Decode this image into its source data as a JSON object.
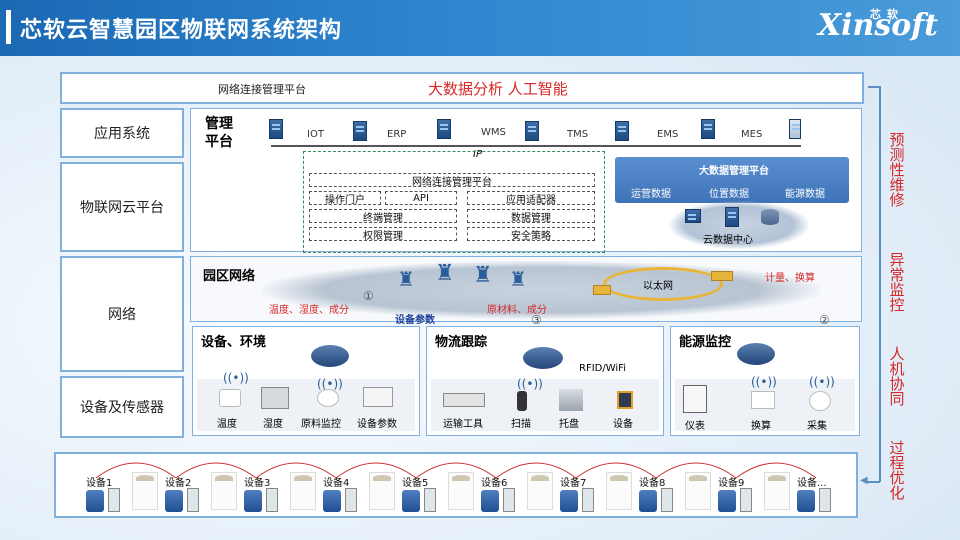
{
  "header": {
    "title": "芯软云智慧园区物联网系统架构",
    "logo_main": "Xinsoft",
    "logo_cn": "芯软"
  },
  "top_bar": {
    "label": "网络连接管理平台",
    "highlight": "大数据分析   人工智能"
  },
  "left_tabs": [
    "应用系统",
    "物联网云平台",
    "网络",
    "设备及传感器"
  ],
  "management": {
    "title": "管理\n平台",
    "systems": [
      "IOT",
      "ERP",
      "WMS",
      "TMS",
      "EMS",
      "MES"
    ],
    "ip_label": "IP"
  },
  "connection_platform": {
    "title": "网络连接管理平台",
    "cells": [
      "操作门户",
      "API",
      "应用适配器",
      "终端管理",
      "数据管理",
      "权限管理",
      "安全策略"
    ]
  },
  "bigdata": {
    "title": "大数据管理平台",
    "items": [
      "运营数据",
      "位置数据",
      "能源数据"
    ],
    "cloud_label": "云数据中心"
  },
  "campus_network": {
    "title": "园区网络",
    "ethernet": "以太网",
    "annotations": [
      "温度、湿度、成分",
      "原材料、成分",
      "设备参数",
      "计量、换算"
    ],
    "markers": [
      "①",
      "③",
      "②"
    ]
  },
  "device_env": {
    "title": "设备、环境",
    "items": [
      "温度",
      "湿度",
      "原料监控",
      "设备参数"
    ]
  },
  "logistics": {
    "title": "物流跟踪",
    "rfid": "RFID/WiFi",
    "items": [
      "运输工具",
      "扫描",
      "托盘",
      "设备"
    ]
  },
  "energy": {
    "title": "能源监控",
    "items": [
      "仪表",
      "换算",
      "采集"
    ]
  },
  "device_chain": [
    "设备1",
    "设备2",
    "设备3",
    "设备4",
    "设备5",
    "设备6",
    "设备7",
    "设备8",
    "设备9",
    "设备..."
  ],
  "right_column": [
    "预测性维修",
    "异常监控",
    "人机协同",
    "过程优化"
  ],
  "colors": {
    "accent": "#d62828",
    "brand": "#1b68b3",
    "border": "#7fb1dc"
  }
}
